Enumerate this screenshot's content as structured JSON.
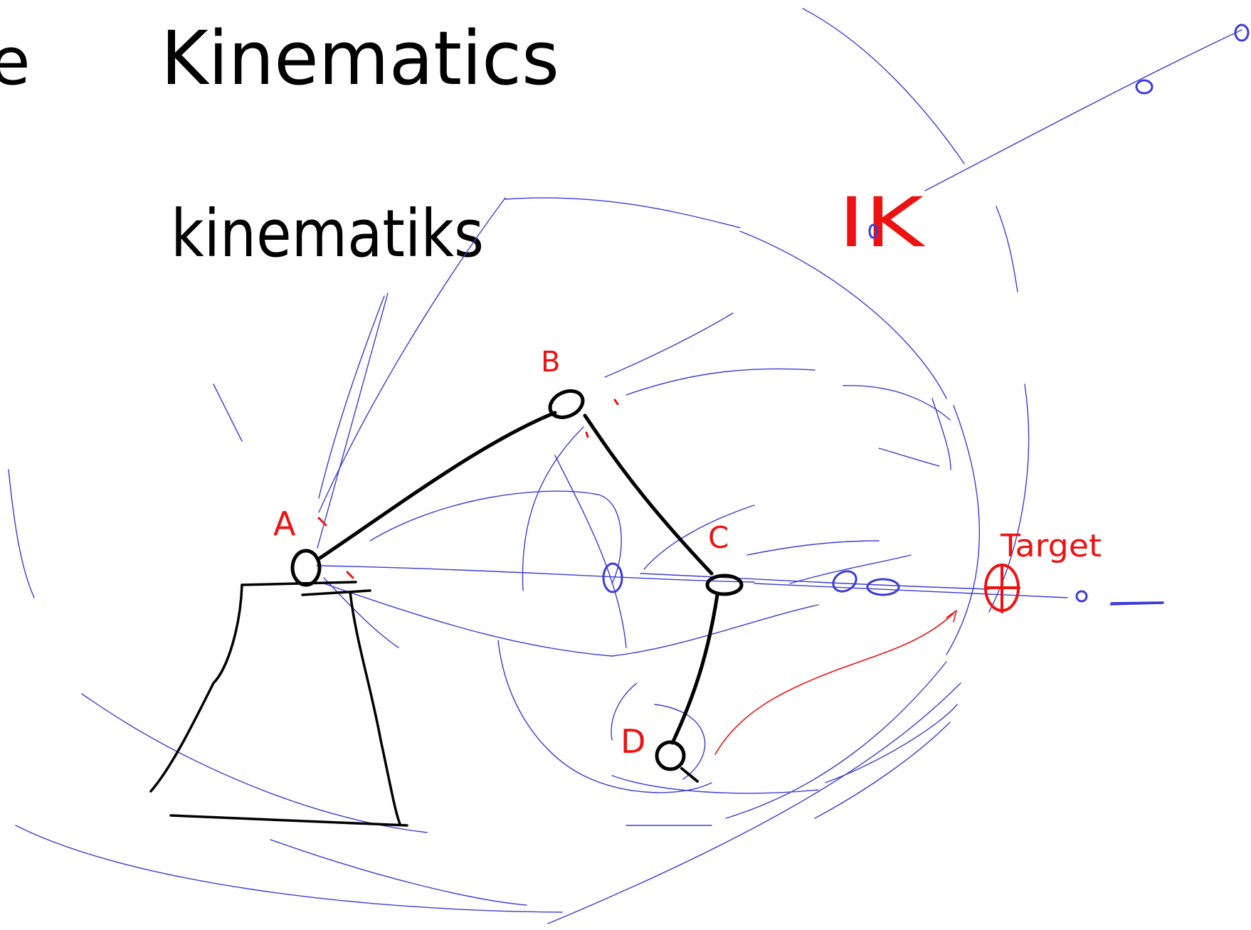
{
  "colors": {
    "ink": "#000000",
    "guide": "#3b3bd6",
    "annotation": "#ee1111",
    "background": "#ffffff"
  },
  "text": {
    "corner_fragment": "e",
    "heading": "Kinematics",
    "subheading": "kinematiks",
    "ik_label": "IK",
    "target_label": "Target"
  },
  "joints": {
    "a": "A",
    "b": "B",
    "c": "C",
    "d": "D"
  }
}
